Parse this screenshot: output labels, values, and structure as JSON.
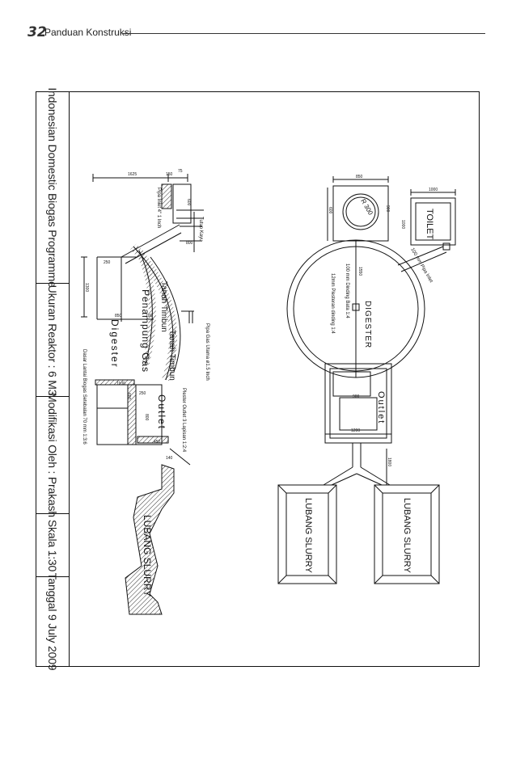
{
  "header": {
    "page_number": "32",
    "running_title": "Panduan Konstruksi"
  },
  "title_block": {
    "programme": "Indonesian Domestic Biogas Programme",
    "reactor_size": "Ukuran Reaktor : 6 M3",
    "modified_by": "Modifikasi Oleh : Prakash",
    "scale": "Skala 1:30",
    "date": "Tanggal 9 July 2009"
  },
  "section_view": {
    "labels": {
      "tanah_timbun_1": "Tanah Timbun",
      "tanah_timbun_2": "Tanah Timbun",
      "penampung_gas": "Penampung Gas",
      "digester": "Digester",
      "outlet": "Outlet",
      "lubang_slurry": "LUBANG SLURRY",
      "pipa_gas_utama": "Pipa Gas Utama ø1.5 Inch",
      "pipa_inlet": "Pipa Inlet 4\" 1 Inch",
      "tutup_kayu": "Tutup Kayu",
      "dasar_lantai": "Dasar Lantai Biogas Setebalan 70 mm 1:3:6",
      "plester_outlet": "Plester Outlet 3 Lapisan 1:2:4"
    },
    "dimensions": [
      "1625",
      "150",
      "75",
      "600",
      "800",
      "250",
      "1300",
      "850",
      "700",
      "1100",
      "600",
      "250",
      "800",
      "450",
      "140"
    ]
  },
  "plan_view": {
    "labels": {
      "digester": "DIGESTER",
      "toilet": "TOILET",
      "outlet": "Outlet",
      "lubang_slurry_1": "LUBANG SLURRY",
      "lubang_slurry_2": "LUBANG SLURRY",
      "pipa_inlet": "100 mm Pipa Inlet",
      "dinding_bata": "100 mm Dinding Bata 1:4",
      "plesteran_dinding": "12mm Plesteran dinding 1:4",
      "r_label": "R 300"
    },
    "dimensions": [
      "850",
      "1000",
      "600",
      "900",
      "1000",
      "1550",
      "900",
      "1200",
      "1800"
    ]
  },
  "colors": {
    "line": "#111111",
    "hatch": "#333333"
  }
}
